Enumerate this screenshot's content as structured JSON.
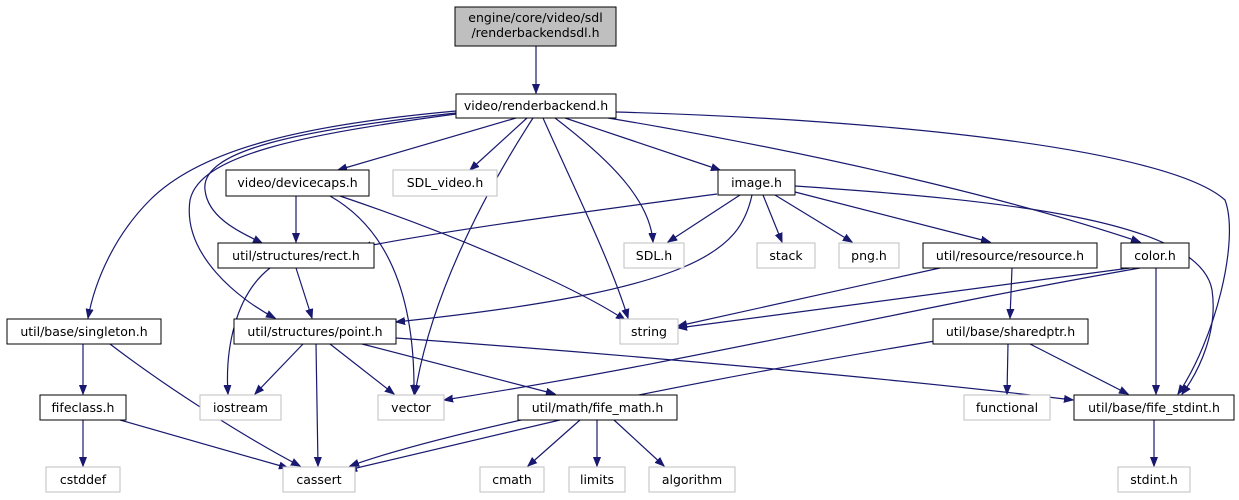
{
  "diagram": {
    "root": {
      "label_line1": "engine/core/video/sdl",
      "label_line2": "/renderbackendsdl.h"
    },
    "nodes": {
      "renderbackend": "video/renderbackend.h",
      "devicecaps": "video/devicecaps.h",
      "sdl_video": "SDL_video.h",
      "image": "image.h",
      "rect": "util/structures/rect.h",
      "sdl": "SDL.h",
      "stack": "stack",
      "png": "png.h",
      "resource": "util/resource/resource.h",
      "color": "color.h",
      "singleton": "util/base/singleton.h",
      "point": "util/structures/point.h",
      "string": "string",
      "sharedptr": "util/base/sharedptr.h",
      "fifeclass": "fifeclass.h",
      "iostream": "iostream",
      "vector": "vector",
      "fife_math": "util/math/fife_math.h",
      "functional": "functional",
      "fife_stdint": "util/base/fife_stdint.h",
      "cstddef": "cstddef",
      "cassert": "cassert",
      "cmath": "cmath",
      "limits": "limits",
      "algorithm": "algorithm",
      "stdint": "stdint.h"
    },
    "colors": {
      "edge": "#191970",
      "root_fill": "#bfbfbf",
      "external_border": "#bfbfbf"
    }
  }
}
